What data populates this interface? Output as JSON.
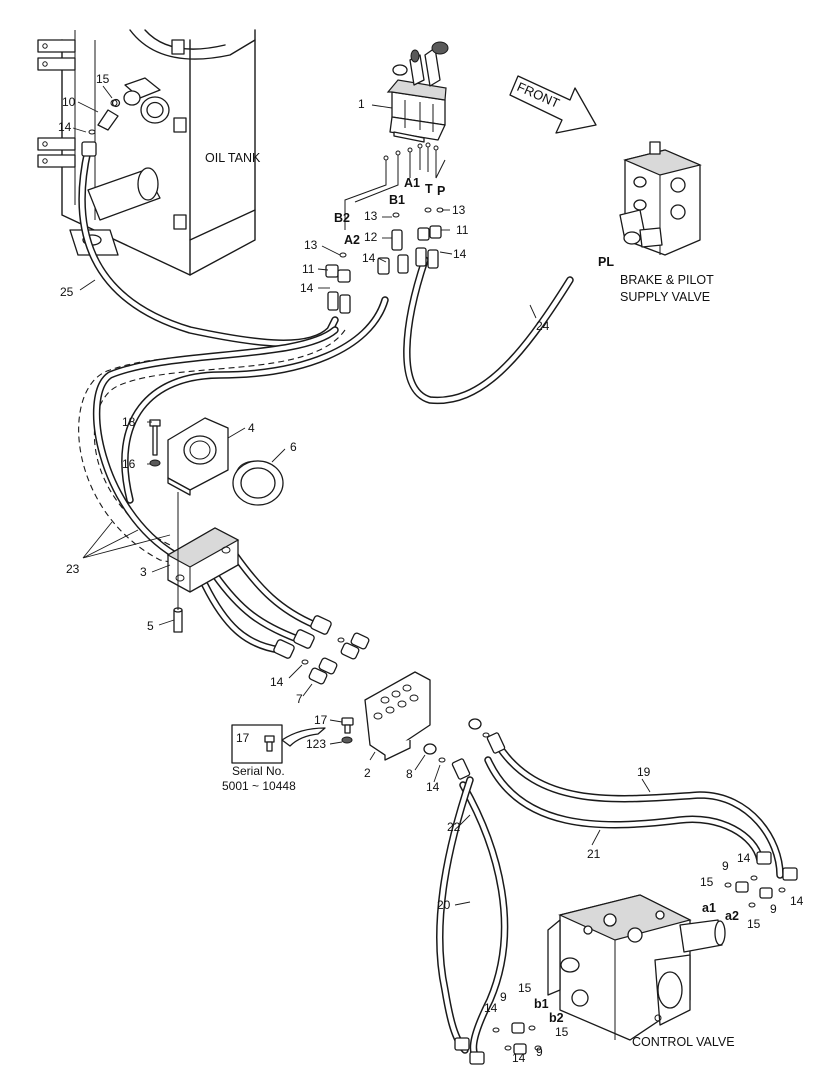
{
  "captions": {
    "oil_tank": "OIL TANK",
    "front": "FRONT",
    "brake_pilot_1": "BRAKE & PILOT",
    "brake_pilot_2": "SUPPLY VALVE",
    "control_valve": "CONTROL VALVE",
    "serial_label": "Serial No.",
    "serial_range": "5001 ~ 10448",
    "inset_part": "17"
  },
  "port_labels": {
    "a1_upper": "A1",
    "b1_upper": "B1",
    "b2_upper": "B2",
    "a2_upper": "A2",
    "t": "T",
    "p": "P",
    "pl": "PL",
    "a1_lower": "a1",
    "a2_lower": "a2",
    "b1_lower": "b1",
    "b2_lower": "b2"
  },
  "callouts": [
    {
      "id": "c1",
      "text": "1"
    },
    {
      "id": "c10",
      "text": "10"
    },
    {
      "id": "c15a",
      "text": "15"
    },
    {
      "id": "c14a",
      "text": "14"
    },
    {
      "id": "c25",
      "text": "25"
    },
    {
      "id": "c13a",
      "text": "13"
    },
    {
      "id": "c13b",
      "text": "13"
    },
    {
      "id": "c12",
      "text": "12"
    },
    {
      "id": "c11a",
      "text": "11"
    },
    {
      "id": "c14b",
      "text": "14"
    },
    {
      "id": "c14c",
      "text": "14"
    },
    {
      "id": "c13c",
      "text": "13"
    },
    {
      "id": "c11b",
      "text": "11"
    },
    {
      "id": "c14d",
      "text": "14"
    },
    {
      "id": "c24",
      "text": "24"
    },
    {
      "id": "c18",
      "text": "18"
    },
    {
      "id": "c16",
      "text": "16"
    },
    {
      "id": "c4",
      "text": "4"
    },
    {
      "id": "c6",
      "text": "6"
    },
    {
      "id": "c23",
      "text": "23"
    },
    {
      "id": "c3",
      "text": "3"
    },
    {
      "id": "c5",
      "text": "5"
    },
    {
      "id": "c14e",
      "text": "14"
    },
    {
      "id": "c7",
      "text": "7"
    },
    {
      "id": "c17",
      "text": "17"
    },
    {
      "id": "c123",
      "text": "123"
    },
    {
      "id": "c2",
      "text": "2"
    },
    {
      "id": "c8",
      "text": "8"
    },
    {
      "id": "c14f",
      "text": "14"
    },
    {
      "id": "c19",
      "text": "19"
    },
    {
      "id": "c22",
      "text": "22"
    },
    {
      "id": "c21",
      "text": "21"
    },
    {
      "id": "c20",
      "text": "20"
    },
    {
      "id": "c9a",
      "text": "9"
    },
    {
      "id": "c14g",
      "text": "14"
    },
    {
      "id": "c15b",
      "text": "15"
    },
    {
      "id": "c9b",
      "text": "9"
    },
    {
      "id": "c14h",
      "text": "14"
    },
    {
      "id": "c15c",
      "text": "15"
    },
    {
      "id": "c15d",
      "text": "15"
    },
    {
      "id": "c9c",
      "text": "9"
    },
    {
      "id": "c14i",
      "text": "14"
    },
    {
      "id": "c15e",
      "text": "15"
    },
    {
      "id": "c9d",
      "text": "9"
    },
    {
      "id": "c14j",
      "text": "14"
    }
  ]
}
